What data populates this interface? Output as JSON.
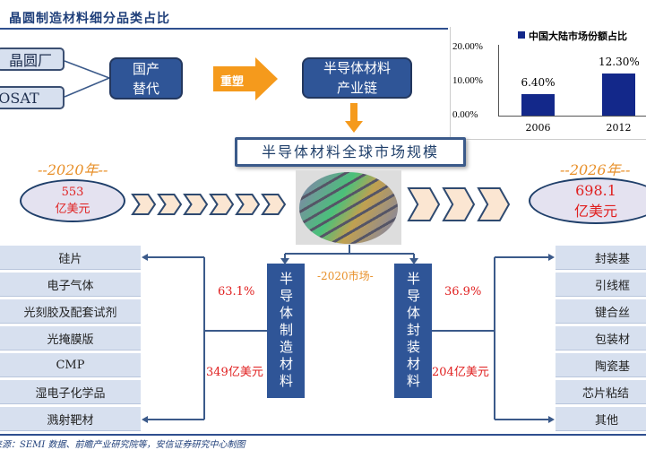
{
  "title": "晶圆制造材料细分品类占比",
  "left_sources": [
    "晶圆厂",
    "OSAT"
  ],
  "domestic": "国产替代",
  "reshape": "重塑",
  "chain": "半导体材料产业链",
  "global_title": "半导体材料全球市场规模",
  "year_2020": "--2020年--",
  "year_2026": "--2026年--",
  "value_2020": "553",
  "value_2026": "698.1",
  "unit": "亿美元",
  "market_label": "-2020市场-",
  "manufacturing": {
    "label": "半导体制造材料",
    "share": "63.1%",
    "value": "349亿美元",
    "items": [
      "硅片",
      "电子气体",
      "光刻胶及配套试剂",
      "光掩膜版",
      "CMP",
      "湿电子化学品",
      "溅射靶材"
    ]
  },
  "packaging": {
    "label": "半导体封装材料",
    "share": "36.9%",
    "value": "204亿美元",
    "items": [
      "封装基",
      "引线框",
      "键合丝",
      "包装材",
      "陶瓷基",
      "芯片粘结",
      "其他"
    ]
  },
  "source": "来源：SEMI 数据、前瞻产业研究院等，安信证券研究中心制图",
  "chart_data": {
    "type": "bar",
    "legend": "中国大陆市场份额占比",
    "categories": [
      "2006",
      "2012"
    ],
    "values": [
      6.4,
      12.3
    ],
    "labels": [
      "6.40%",
      "12.30%"
    ],
    "yticks": [
      "0.00%",
      "10.00%",
      "20.00%"
    ],
    "ylim": [
      0,
      20
    ],
    "color": "#13288a"
  }
}
